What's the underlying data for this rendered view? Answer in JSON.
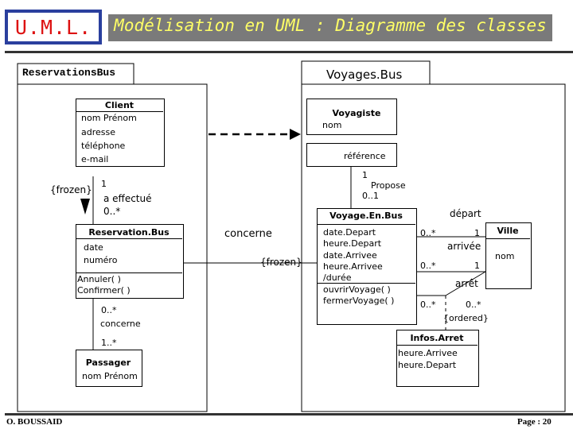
{
  "header": {
    "logo": "U.M.L.",
    "title": "Modélisation en UML : Diagramme des classes"
  },
  "packages": {
    "left": "ReservationsBus",
    "right": "Voyages.Bus"
  },
  "classes": {
    "client": {
      "name": "Client",
      "attrs": [
        "nom Prénom",
        "adresse",
        "téléphone",
        "e-mail"
      ]
    },
    "voyagiste": {
      "name": "Voyagiste",
      "attr": "nom",
      "qualifier": "référence"
    },
    "reservation": {
      "name": "Reservation.Bus",
      "attrs": [
        "date",
        "numéro"
      ],
      "ops": [
        "Annuler( )",
        "Confirmer( )"
      ]
    },
    "passager": {
      "name": "Passager",
      "attr": "nom Prénom"
    },
    "voyage": {
      "name": "Voyage.En.Bus",
      "attrs": [
        "date.Depart",
        "heure.Depart",
        "date.Arrivee",
        "heure.Arrivee",
        "/durée"
      ],
      "ops": [
        "ouvrirVoyage( )",
        "fermerVoyage( )"
      ]
    },
    "ville": {
      "name": "Ville",
      "attr": "nom"
    },
    "infos": {
      "name": "Infos.Arret",
      "attrs": [
        "heure.Arrivee",
        "heure.Depart"
      ]
    }
  },
  "labels": {
    "frozen_left": "{frozen}",
    "client_one": "1",
    "a_effectue": "a effectué",
    "zero_many_1": "0..*",
    "voyagiste_one": "1",
    "propose": "Propose",
    "zero_one": "0..1",
    "concerne_top": "concerne",
    "frozen_mid": "{frozen}",
    "resa_zero_many": "0..*",
    "concerne_bottom": "concerne",
    "one_many": "1..*",
    "depart": "départ",
    "dep_zero_many": "0..*",
    "dep_one": "1",
    "arrivee": "arrivée",
    "arr_zero_many": "0..*",
    "arr_one": "1",
    "arret": "arrêt",
    "arret_zero_many_left": "0..*",
    "arret_zero_many_right": "0..*",
    "ordered": "{ordered}"
  },
  "footer": {
    "author": "O. BOUSSAID",
    "page": "Page : 20"
  }
}
